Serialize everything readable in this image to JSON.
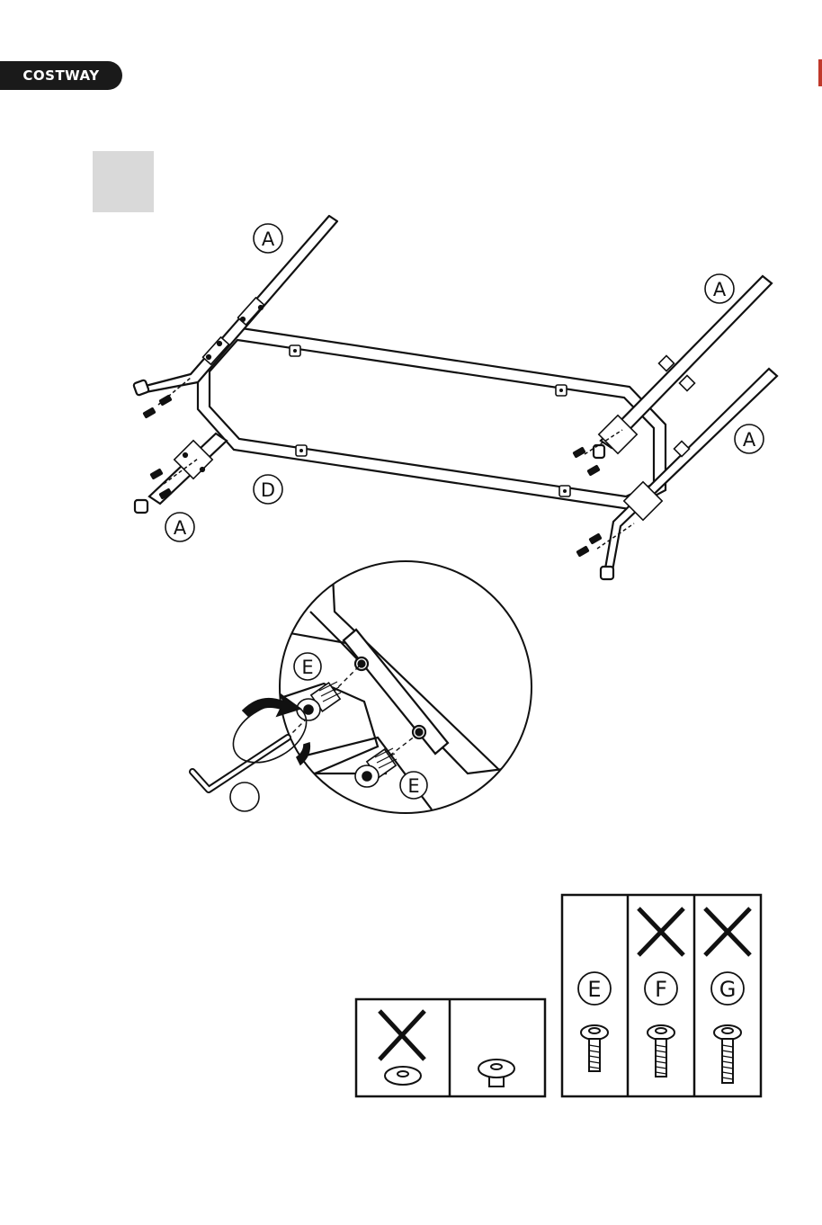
{
  "header": {
    "brand": "COSTWAY"
  },
  "parts": {
    "a1": "A",
    "a2": "A",
    "a3": "A",
    "a4": "A",
    "d": "D",
    "e_top": "E",
    "e_bottom": "E"
  },
  "legend": {
    "e": "E",
    "f": "F",
    "g": "G"
  },
  "colors": {
    "ink": "#111111",
    "brand_bg": "#1a1a1a",
    "step_box": "#d9d9d9",
    "accent_edge": "#c0392b"
  }
}
